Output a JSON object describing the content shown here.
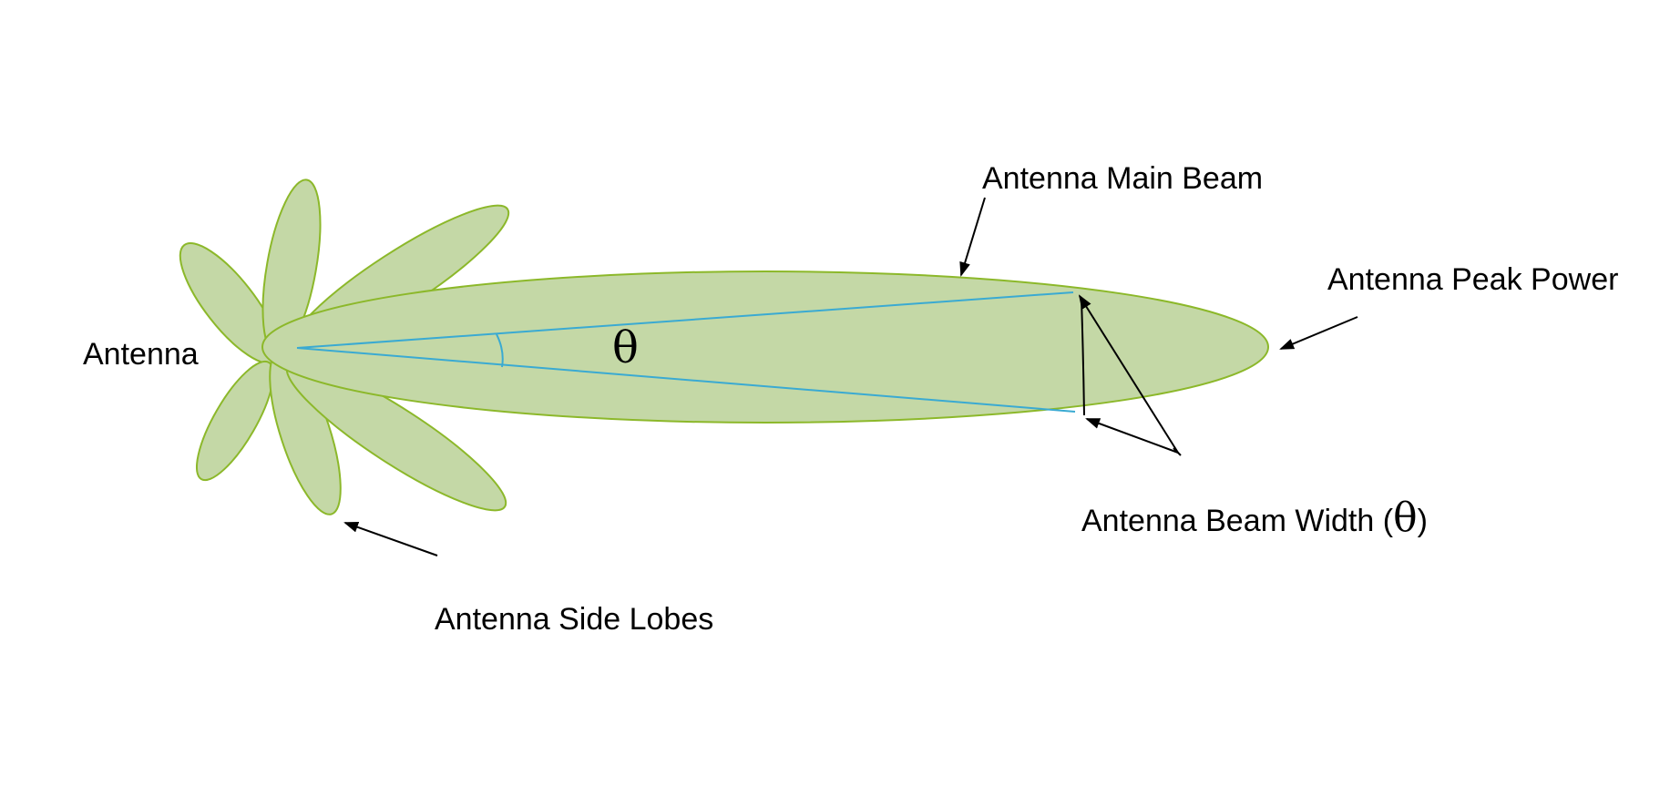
{
  "labels": {
    "antenna": "Antenna",
    "main_beam": "Antenna Main Beam",
    "peak_power": "Antenna Peak Power",
    "beam_width": "Antenna Beam Width (",
    "beam_width_theta": "θ",
    "beam_width_close": ")",
    "side_lobes": "Antenna Side Lobes",
    "theta": "θ"
  },
  "colors": {
    "lobe_fill": "#c4d8a6",
    "lobe_stroke": "#8cb82a",
    "beam_line": "#3aaad2",
    "arrow": "#000000"
  }
}
